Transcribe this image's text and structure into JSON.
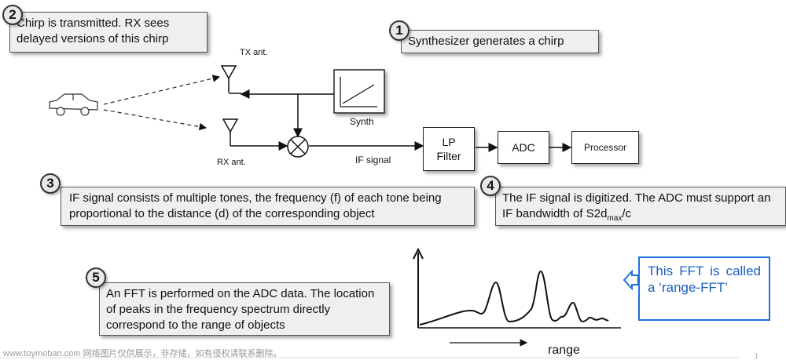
{
  "steps": [
    {
      "num": "1",
      "text": "Synthesizer generates a chirp"
    },
    {
      "num": "2",
      "text": "Chirp is transmitted. RX sees delayed versions of this chirp"
    },
    {
      "num": "3",
      "text": "IF signal consists of multiple tones, the frequency (f) of each tone being proportional to the distance (d) of the corresponding object"
    },
    {
      "num": "4",
      "text_before": "The IF signal is digitized. The ADC must support an IF bandwidth of S2d",
      "text_sub": "max",
      "text_after": "/c"
    },
    {
      "num": "5",
      "text": "An FFT is performed on the ADC data. The location of peaks in the frequency spectrum directly correspond to the range of objects"
    }
  ],
  "labels": {
    "tx_ant": "TX ant.",
    "rx_ant": "RX ant.",
    "synth": "Synth",
    "if_signal": "IF signal",
    "range": "range"
  },
  "blocks": {
    "lp_filter": "LP Filter",
    "adc": "ADC",
    "processor": "Processor"
  },
  "note": "This FFT is called a ‘range-FFT’",
  "watermark": "www.toymoban.com 网络图片仅供展示，非存储，如有侵权请联系删除。",
  "page_number": "1",
  "colors": {
    "accent": "#1e6fd9",
    "box_fill": "#efefef"
  }
}
